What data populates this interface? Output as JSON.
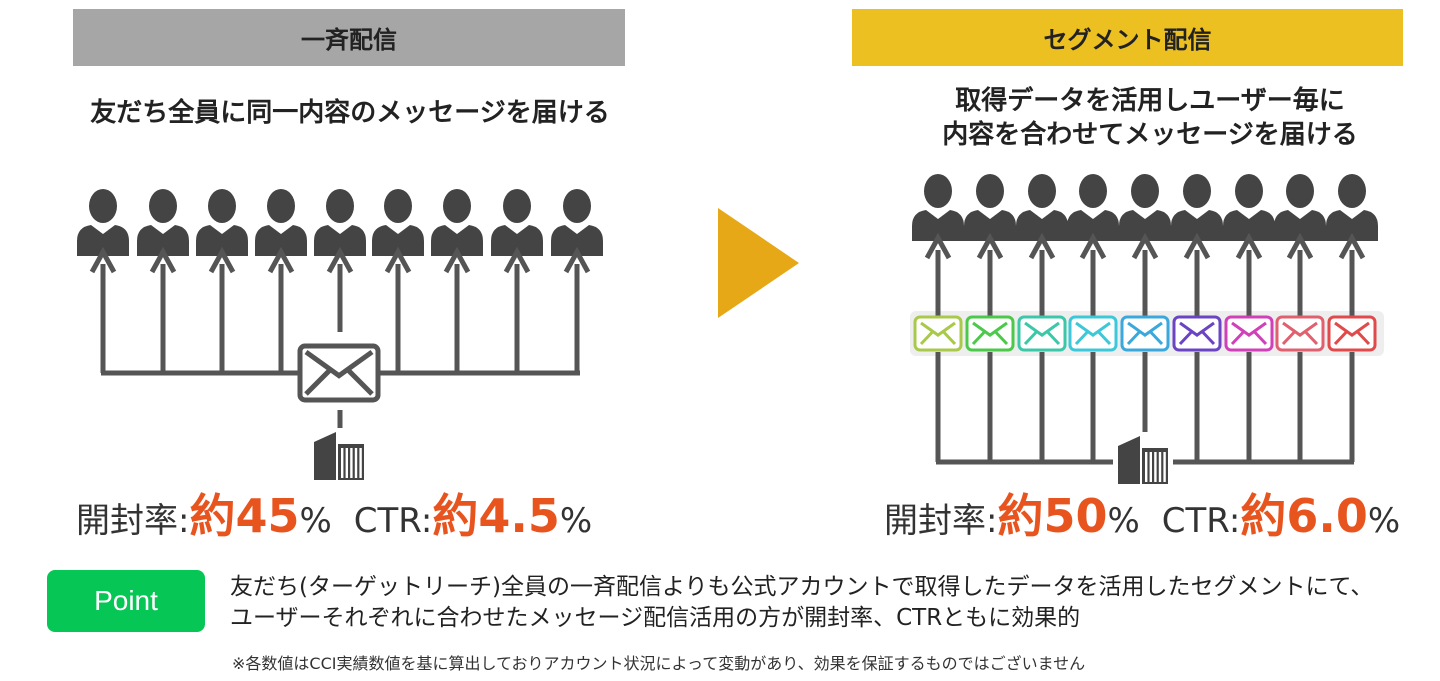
{
  "left": {
    "header": "一斉配信",
    "description": "友だち全員に同一内容のメッセージを届ける",
    "stats": {
      "open_label": "開封率:",
      "open_value": "約45",
      "percent": "%",
      "ctr_label": "CTR:",
      "ctr_value": "約4.5"
    },
    "header_color": "#a6a6a6"
  },
  "right": {
    "header": "セグメント配信",
    "description_line1": "取得データを活用しユーザー毎に",
    "description_line2": "内容を合わせてメッセージを届ける",
    "stats": {
      "open_label": "開封率:",
      "open_value": "約50",
      "percent": "%",
      "ctr_label": "CTR:",
      "ctr_value": "約6.0"
    },
    "header_color": "#ecc021"
  },
  "point": {
    "badge": "Point",
    "line1": "友だち(ターゲットリーチ)全員の一斉配信よりも公式アカウントで取得したデータを活用したセグメントにて、",
    "line2": "ユーザーそれぞれに合わせたメッセージ配信活用の方が開封率、CTRともに効果的",
    "badge_color": "#06c755"
  },
  "footnote": "※各数値はCCI実績数値を基に算出しておりアカウント状況によって変動があり、効果を保証するものではございません",
  "colors": {
    "accent_number": "#e8541e",
    "arrow": "#e6a817",
    "icon": "#444444",
    "envelopes": [
      "#a8c94a",
      "#4cc94a",
      "#3cc8a8",
      "#3cc8d8",
      "#3aa8dc",
      "#6b44c4",
      "#d040b8",
      "#e06070",
      "#e04a4a"
    ]
  },
  "icons": [
    "person-icon",
    "envelope-icon",
    "building-icon",
    "play-arrow-icon"
  ]
}
